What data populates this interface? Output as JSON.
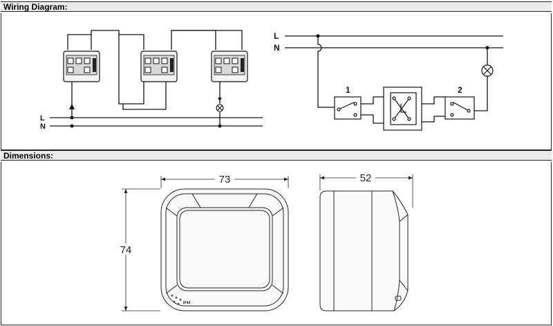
{
  "sections": {
    "wiring_title": "Wiring Diagram:",
    "dimensions_title": "Dimensions:"
  },
  "wiring_left": {
    "line_L": "L",
    "line_N": "N"
  },
  "wiring_right": {
    "line_L": "L",
    "line_N": "N",
    "switch1_label": "1",
    "switch2_label": "2"
  },
  "dimensions": {
    "front_width": "73",
    "front_height": "74",
    "side_depth": "52",
    "marking": "IP44"
  }
}
